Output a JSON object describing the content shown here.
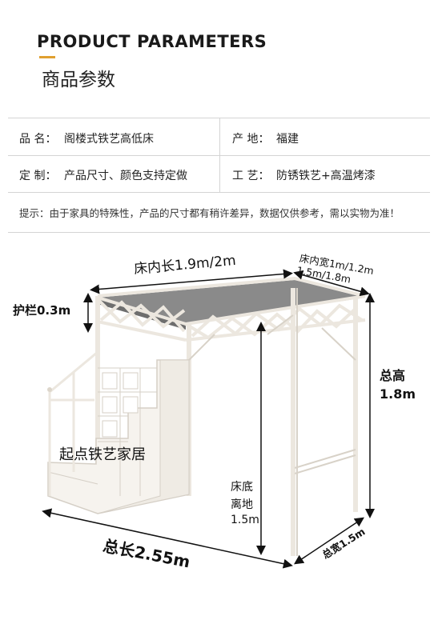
{
  "header": {
    "title_en": "PRODUCT PARAMETERS",
    "title_cn": "商品参数"
  },
  "params": {
    "name_label": "品 名：",
    "name_value": "阁楼式铁艺高低床",
    "origin_label": "产 地：",
    "origin_value": "福建",
    "custom_label": "定 制：",
    "custom_value": "产品尺寸、颜色支持定做",
    "craft_label": "工 艺：",
    "craft_value": "防锈铁艺+高温烤漆"
  },
  "note": "提示：由于家具的特殊性，产品的尺寸都有稍许差异，数据仅供参考，需以实物为准！",
  "diagram": {
    "inner_length": "床内长1.9m/2m",
    "inner_width_line1": "床内宽1m/1.2m",
    "inner_width_line2": "1.5m/1.8m",
    "guardrail": "护栏0.3m",
    "total_height_line1": "总高",
    "total_height_line2": "1.8m",
    "clearance_line1": "床底",
    "clearance_line2": "离地",
    "clearance_line3": "1.5m",
    "total_length": "总长2.55m",
    "total_width": "总宽1.5m",
    "brand_watermark": "起点铁艺家居"
  }
}
